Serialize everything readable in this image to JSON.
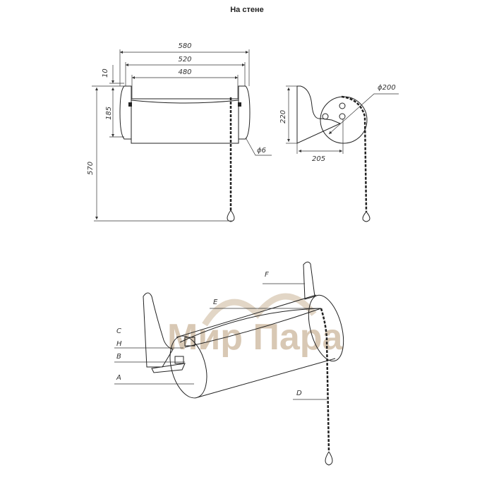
{
  "title": "На стене",
  "front_view": {
    "dims": {
      "overall_width": "580",
      "bracket_width": "520",
      "drum_width": "480",
      "top_offset": "10",
      "bracket_height": "185",
      "mount_height": "570",
      "chain_diameter": "ϕ6"
    }
  },
  "side_view": {
    "dims": {
      "height": "220",
      "depth": "205",
      "drum_diameter": "ϕ200"
    }
  },
  "perspective_view": {
    "labels": [
      "F",
      "E",
      "C",
      "H",
      "B",
      "A",
      "D"
    ]
  },
  "watermark": "Мир Пара",
  "colors": {
    "line": "#222222",
    "watermark": "#c9b49a"
  }
}
